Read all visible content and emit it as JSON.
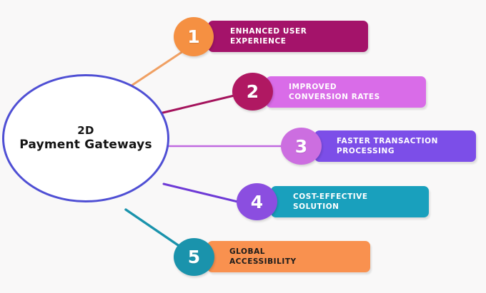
{
  "infographic": {
    "background_color": "#f9f8f8",
    "hub": {
      "line1": "2D",
      "line2": "Payment Gateways",
      "border_color": "#4f4fd4",
      "fill_color": "#ffffff",
      "text_color": "#141414"
    },
    "items": [
      {
        "number": "1",
        "label": "ENHANCED USER\nEXPERIENCE",
        "badge_color": "#f59042",
        "bar_color": "#a4136a",
        "text_color": "#ffffff",
        "connector_color": "#f0a063"
      },
      {
        "number": "2",
        "label": "IMPROVED\nCONVERSION RATES",
        "badge_color": "#b01862",
        "bar_color": "#d96ce8",
        "text_color": "#ffffff",
        "connector_color": "#a4135c"
      },
      {
        "number": "3",
        "label": "FASTER TRANSACTION\nPROCESSING",
        "badge_color": "#cc6ee0",
        "bar_color": "#7c4ee8",
        "text_color": "#ffffff",
        "connector_color": "#c06ae0"
      },
      {
        "number": "4",
        "label": "COST-EFFECTIVE\nSOLUTION",
        "badge_color": "#8b4ee0",
        "bar_color": "#19a0bd",
        "text_color": "#ffffff",
        "connector_color": "#6e3ad6"
      },
      {
        "number": "5",
        "label": "GLOBAL\nACCESSIBILITY",
        "badge_color": "#1a93ac",
        "bar_color": "#f9914f",
        "text_color": "#1b1b1b",
        "connector_color": "#1a93ac"
      }
    ]
  },
  "chart_data": {
    "type": "diagram",
    "title": "2D Payment Gateways",
    "subtype": "radial benefits list",
    "center": "2D Payment Gateways",
    "categories": [
      "ENHANCED USER EXPERIENCE",
      "IMPROVED CONVERSION RATES",
      "FASTER TRANSACTION PROCESSING",
      "COST-EFFECTIVE SOLUTION",
      "GLOBAL ACCESSIBILITY"
    ],
    "values": [
      1,
      2,
      3,
      4,
      5
    ],
    "legend": []
  }
}
